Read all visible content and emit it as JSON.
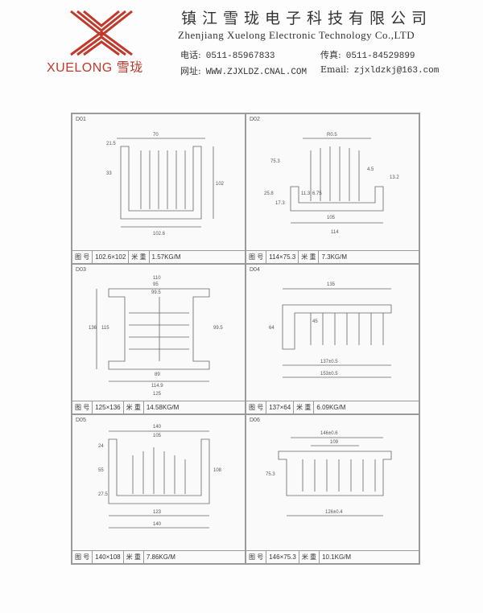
{
  "brand": {
    "logo_text": "XUELONG 雪珑",
    "accent": "#c0392b"
  },
  "company": {
    "cn_name": "镇江雪珑电子科技有限公司",
    "en_name": "Zhenjiang Xuelong Electronic Technology Co.,LTD"
  },
  "contact": {
    "phone_label": "电话:",
    "phone": "0511-85967833",
    "fax_label": "传真:",
    "fax": "0511-84529899",
    "web_label": "网址:",
    "web": "WWW.ZJXLDZ.CNAL.COM",
    "email_label": "Email:",
    "email": "zjxldzkj@163.com"
  },
  "profiles": [
    {
      "code": "D01",
      "size": "102.6×102",
      "weight": "1.57KG/M",
      "dims": [
        "70",
        "21.5",
        "33",
        "102",
        "102.6"
      ]
    },
    {
      "code": "D02",
      "size": "114×75.3",
      "weight": "7.3KG/M",
      "dims": [
        "R0.5",
        "75.3",
        "105",
        "114",
        "25.8",
        "17.3",
        "11.3",
        "6.75",
        "4.5",
        "13.2"
      ]
    },
    {
      "code": "D03",
      "size": "125×136",
      "weight": "14.58KG/M",
      "dims": [
        "110",
        "95",
        "99.5",
        "136",
        "115",
        "99.5",
        "89",
        "114.9",
        "125"
      ]
    },
    {
      "code": "D04",
      "size": "137×64",
      "weight": "6.09KG/M",
      "dims": [
        "135",
        "64",
        "45",
        "137±0.5",
        "153±0.5"
      ]
    },
    {
      "code": "D05",
      "size": "140×108",
      "weight": "7.86KG/M",
      "dims": [
        "140",
        "105",
        "24",
        "55",
        "108",
        "27.5",
        "123",
        "140"
      ]
    },
    {
      "code": "D06",
      "size": "146×75.3",
      "weight": "10.1KG/M",
      "dims": [
        "146±0.6",
        "109",
        "75.3",
        "126±0.4"
      ]
    }
  ],
  "table_labels": {
    "figure_no": "图 号",
    "weight_per_m": "米 重"
  }
}
